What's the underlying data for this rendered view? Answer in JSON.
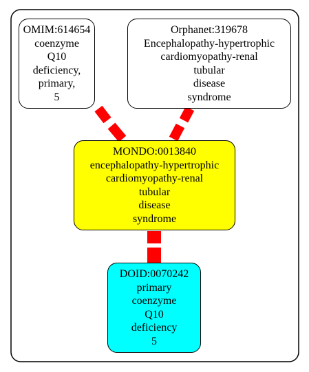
{
  "colors": {
    "cluster_border": "#000000",
    "edge": "#ff0000",
    "omim_fill": "#ffffff",
    "orphanet_fill": "#ffffff",
    "mondo_fill": "#ffff00",
    "doid_fill": "#00ffff"
  },
  "nodes": {
    "omim": "OMIM:614654\ncoenzyme\nQ10\ndeficiency,\nprimary,\n5",
    "orphanet": "Orphanet:319678\nEncephalopathy-hypertrophic\ncardiomyopathy-renal\ntubular\ndisease\nsyndrome",
    "mondo": "MONDO:0013840\nencephalopathy-hypertrophic\ncardiomyopathy-renal\ntubular\ndisease\nsyndrome",
    "doid": "DOID:0070242\nprimary\ncoenzyme\nQ10\ndeficiency\n5"
  }
}
